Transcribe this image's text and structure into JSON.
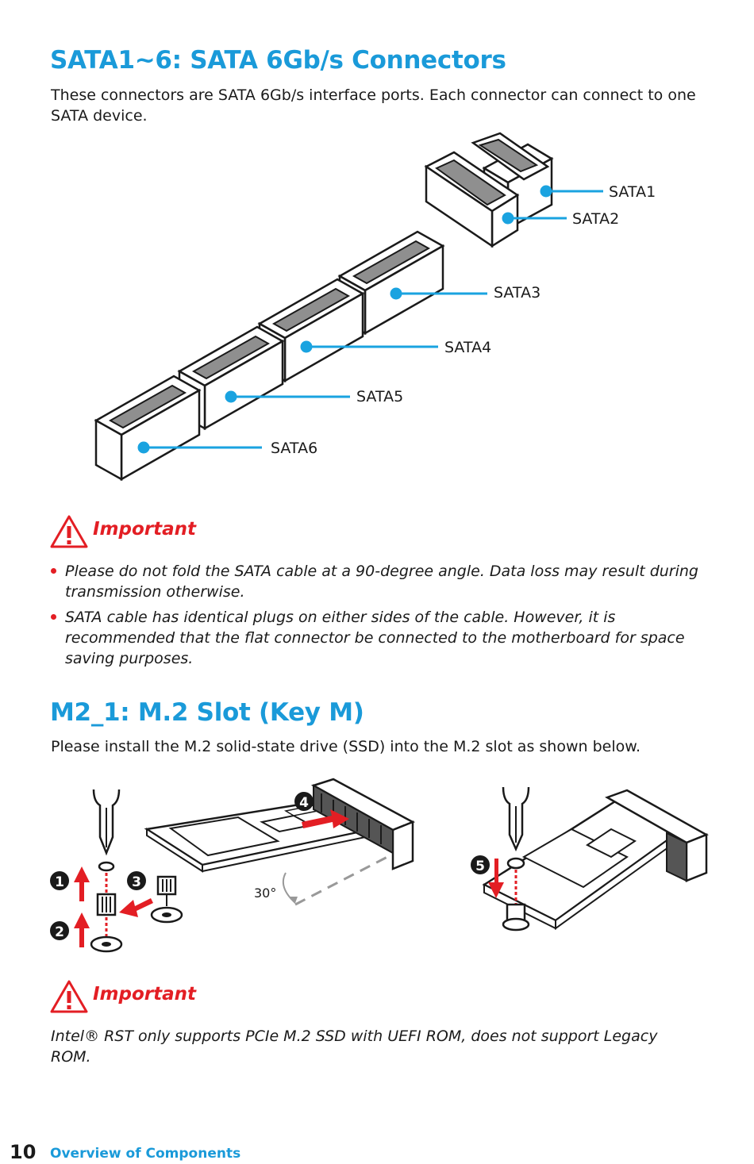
{
  "sata": {
    "title": "SATA1~6: SATA 6Gb/s Connectors",
    "description": "These connectors are SATA 6Gb/s interface ports. Each connector can connect to one SATA device.",
    "labels": [
      "SATA1",
      "SATA2",
      "SATA3",
      "SATA4",
      "SATA5",
      "SATA6"
    ],
    "important": {
      "heading": "Important",
      "items": [
        "Please do not fold the SATA cable at a 90-degree angle. Data loss may result during transmission otherwise.",
        "SATA cable has identical plugs on either sides of the cable. However, it is recommended that the flat connector be connected to the motherboard for space saving purposes."
      ]
    }
  },
  "m2": {
    "title": "M2_1: M.2 Slot (Key M)",
    "description": "Please install the M.2 solid-state drive (SSD) into the M.2 slot as shown below.",
    "angle_label": "30°",
    "steps": [
      "1",
      "2",
      "3",
      "4",
      "5"
    ],
    "important": {
      "heading": "Important",
      "text": "Intel® RST only supports PCIe M.2 SSD with UEFI ROM, does not support Legacy ROM."
    }
  },
  "footer": {
    "page_number": "10",
    "section": "Overview of Components"
  },
  "colors": {
    "heading": "#1a9ad9",
    "callout": "#1aa3e0",
    "warning": "#e31e24"
  },
  "icons": [
    "warning-triangle-icon",
    "screwdriver-icon",
    "arrow-up-icon",
    "standoff-icon",
    "screw-icon"
  ]
}
